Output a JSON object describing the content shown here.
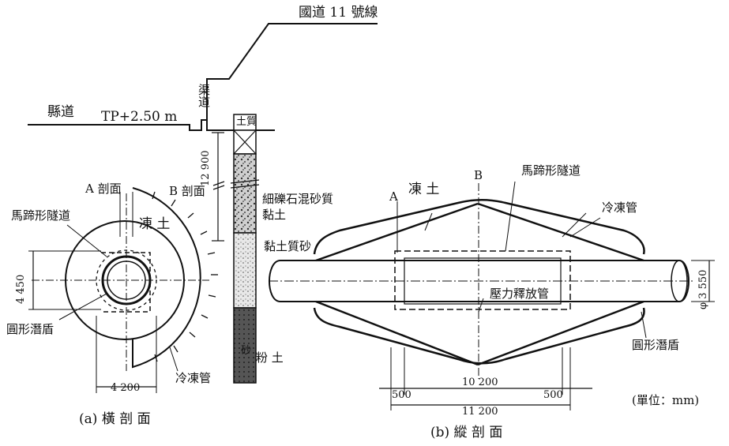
{
  "road_national": "國道 11 號線",
  "road_county": "縣道",
  "tp_level": "TP+2.50 m",
  "canal": "渠道",
  "depth_dim": "12 900",
  "soil_header": "土質",
  "soil_layers": {
    "gravel_clay": "細礫石混砂質黏土",
    "clayey_sand": "黏土質砂",
    "sand": "砂",
    "silt": "粉 土"
  },
  "cross_section": {
    "section_a": "A 剖面",
    "section_b": "B 剖面",
    "frozen_soil": "凍 土",
    "horseshoe_tunnel": "馬蹄形隧道",
    "height_dim": "4 450",
    "circular_shield": "圓形潛盾",
    "freeze_pipe": "冷凍管",
    "width_dim": "4 200",
    "caption": "(a) 橫 剖 面"
  },
  "longitudinal_section": {
    "mark_a": "A",
    "mark_b": "B",
    "frozen_soil": "凍 土",
    "horseshoe_tunnel": "馬蹄形隧道",
    "freeze_pipe": "冷凍管",
    "pressure_release_pipe": "壓力釋放管",
    "diameter_dim": "φ 3 550",
    "circular_shield": "圓形潛盾",
    "dim_500_left": "500",
    "dim_10200": "10 200",
    "dim_500_right": "500",
    "dim_11200": "11 200",
    "caption": "(b) 縱 剖 面"
  },
  "unit_note": "(單位：mm)",
  "colors": {
    "ink": "#111111",
    "paper": "#ffffff",
    "soil_fill": "#8a8a8a"
  }
}
